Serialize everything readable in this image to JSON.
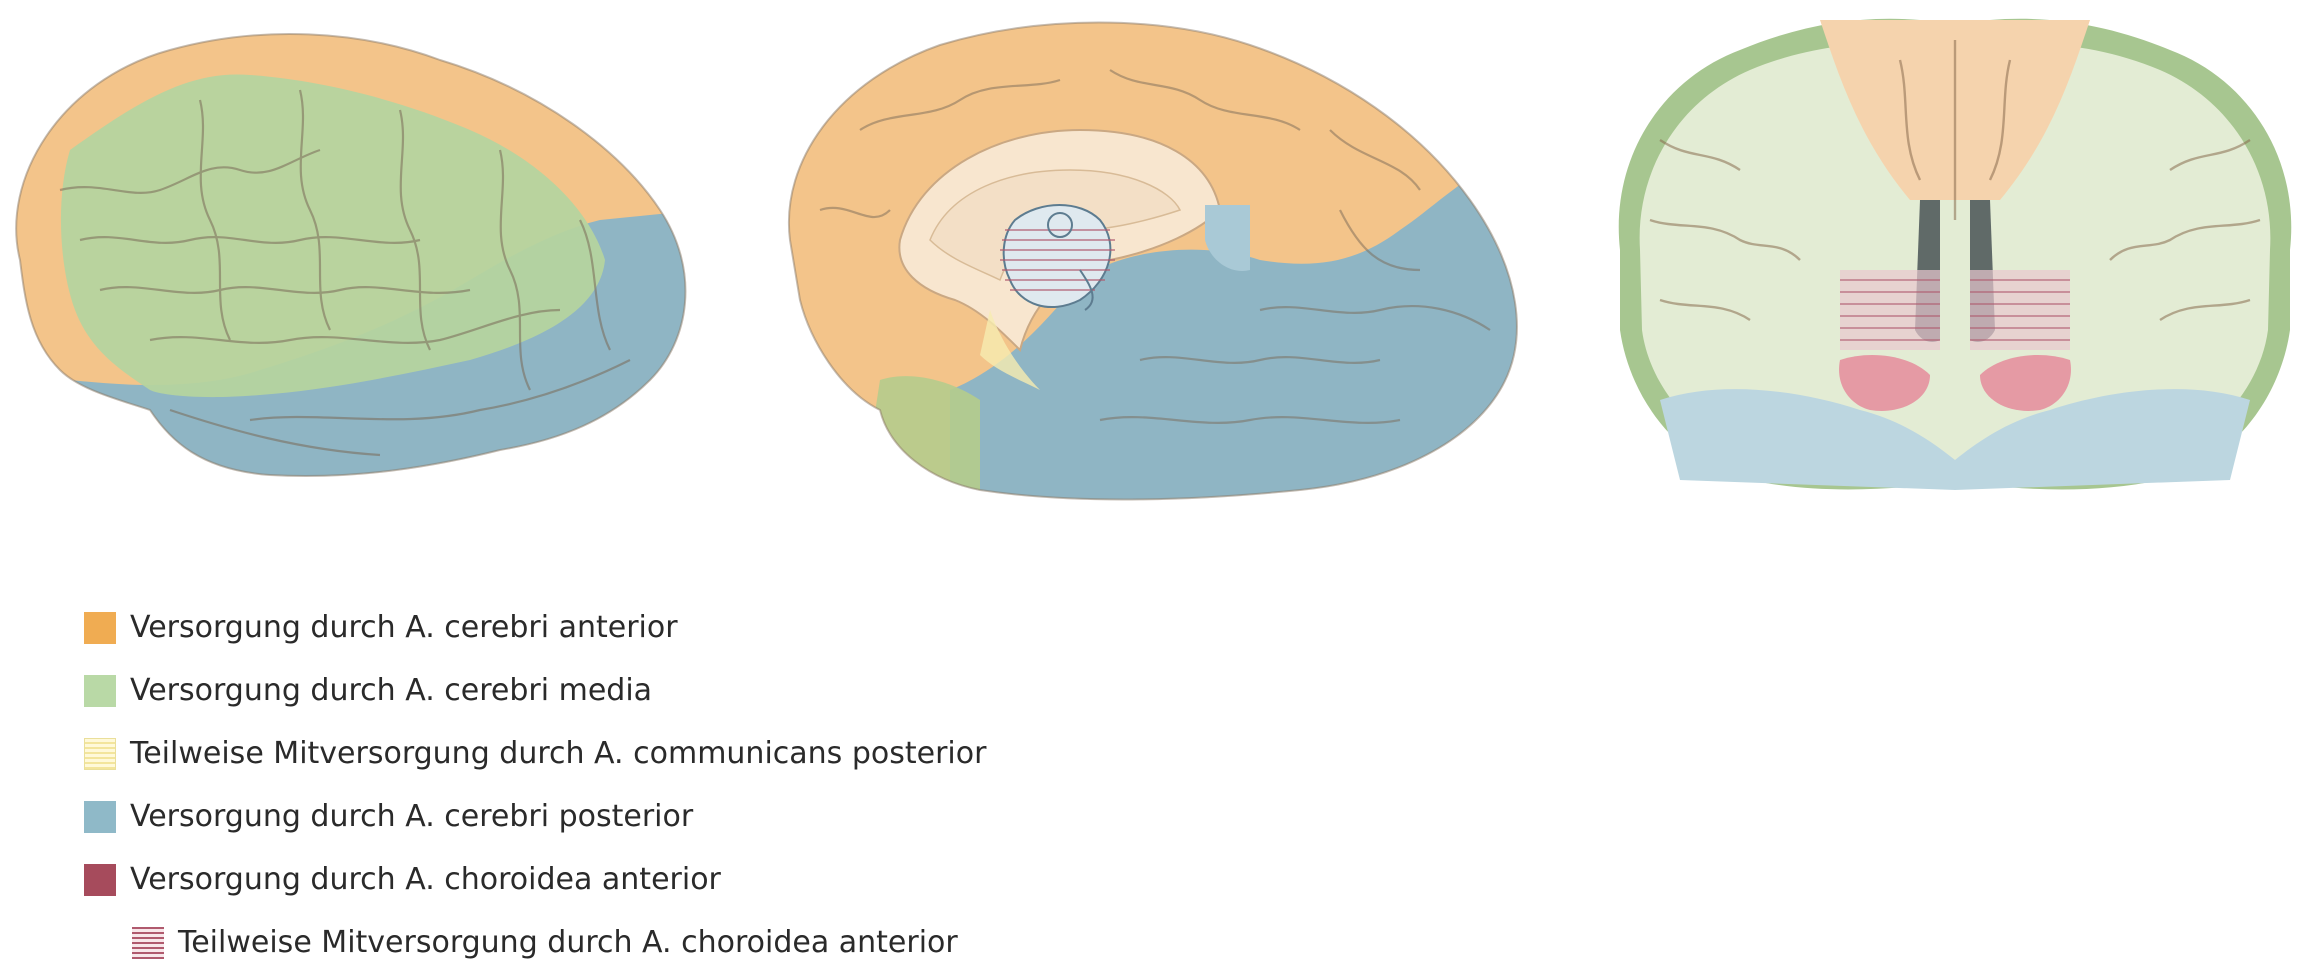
{
  "figure": {
    "views": [
      {
        "name": "lateral"
      },
      {
        "name": "medial"
      },
      {
        "name": "coronal"
      }
    ]
  },
  "colors": {
    "anterior": "#f0ac52",
    "anterior_soft": "#f3c48a",
    "media": "#b3d3a1",
    "posterior": "#8fb5c4",
    "choroidea": "#a64b5c",
    "communicans": "#f6ecb0",
    "outline": "#6b5a4a"
  },
  "legend": {
    "items": [
      {
        "label": "Versorgung durch A. cerebri anterior",
        "color": "#f0ac52",
        "style": "solid"
      },
      {
        "label": "Versorgung durch A. cerebri media",
        "color": "#b9d9a6",
        "style": "solid"
      },
      {
        "label": "Teilweise Mitversorgung durch A. communicans posterior",
        "color": "#f6ecb0",
        "style": "hatch-yellow"
      },
      {
        "label": "Versorgung durch A. cerebri posterior",
        "color": "#8fb9c8",
        "style": "solid"
      },
      {
        "label": "Versorgung durch A. choroidea anterior",
        "color": "#a64b5c",
        "style": "solid"
      },
      {
        "label": "Teilweise Mitversorgung durch A. choroidea anterior",
        "color": "#b05a6e",
        "style": "hatch-red"
      }
    ]
  }
}
